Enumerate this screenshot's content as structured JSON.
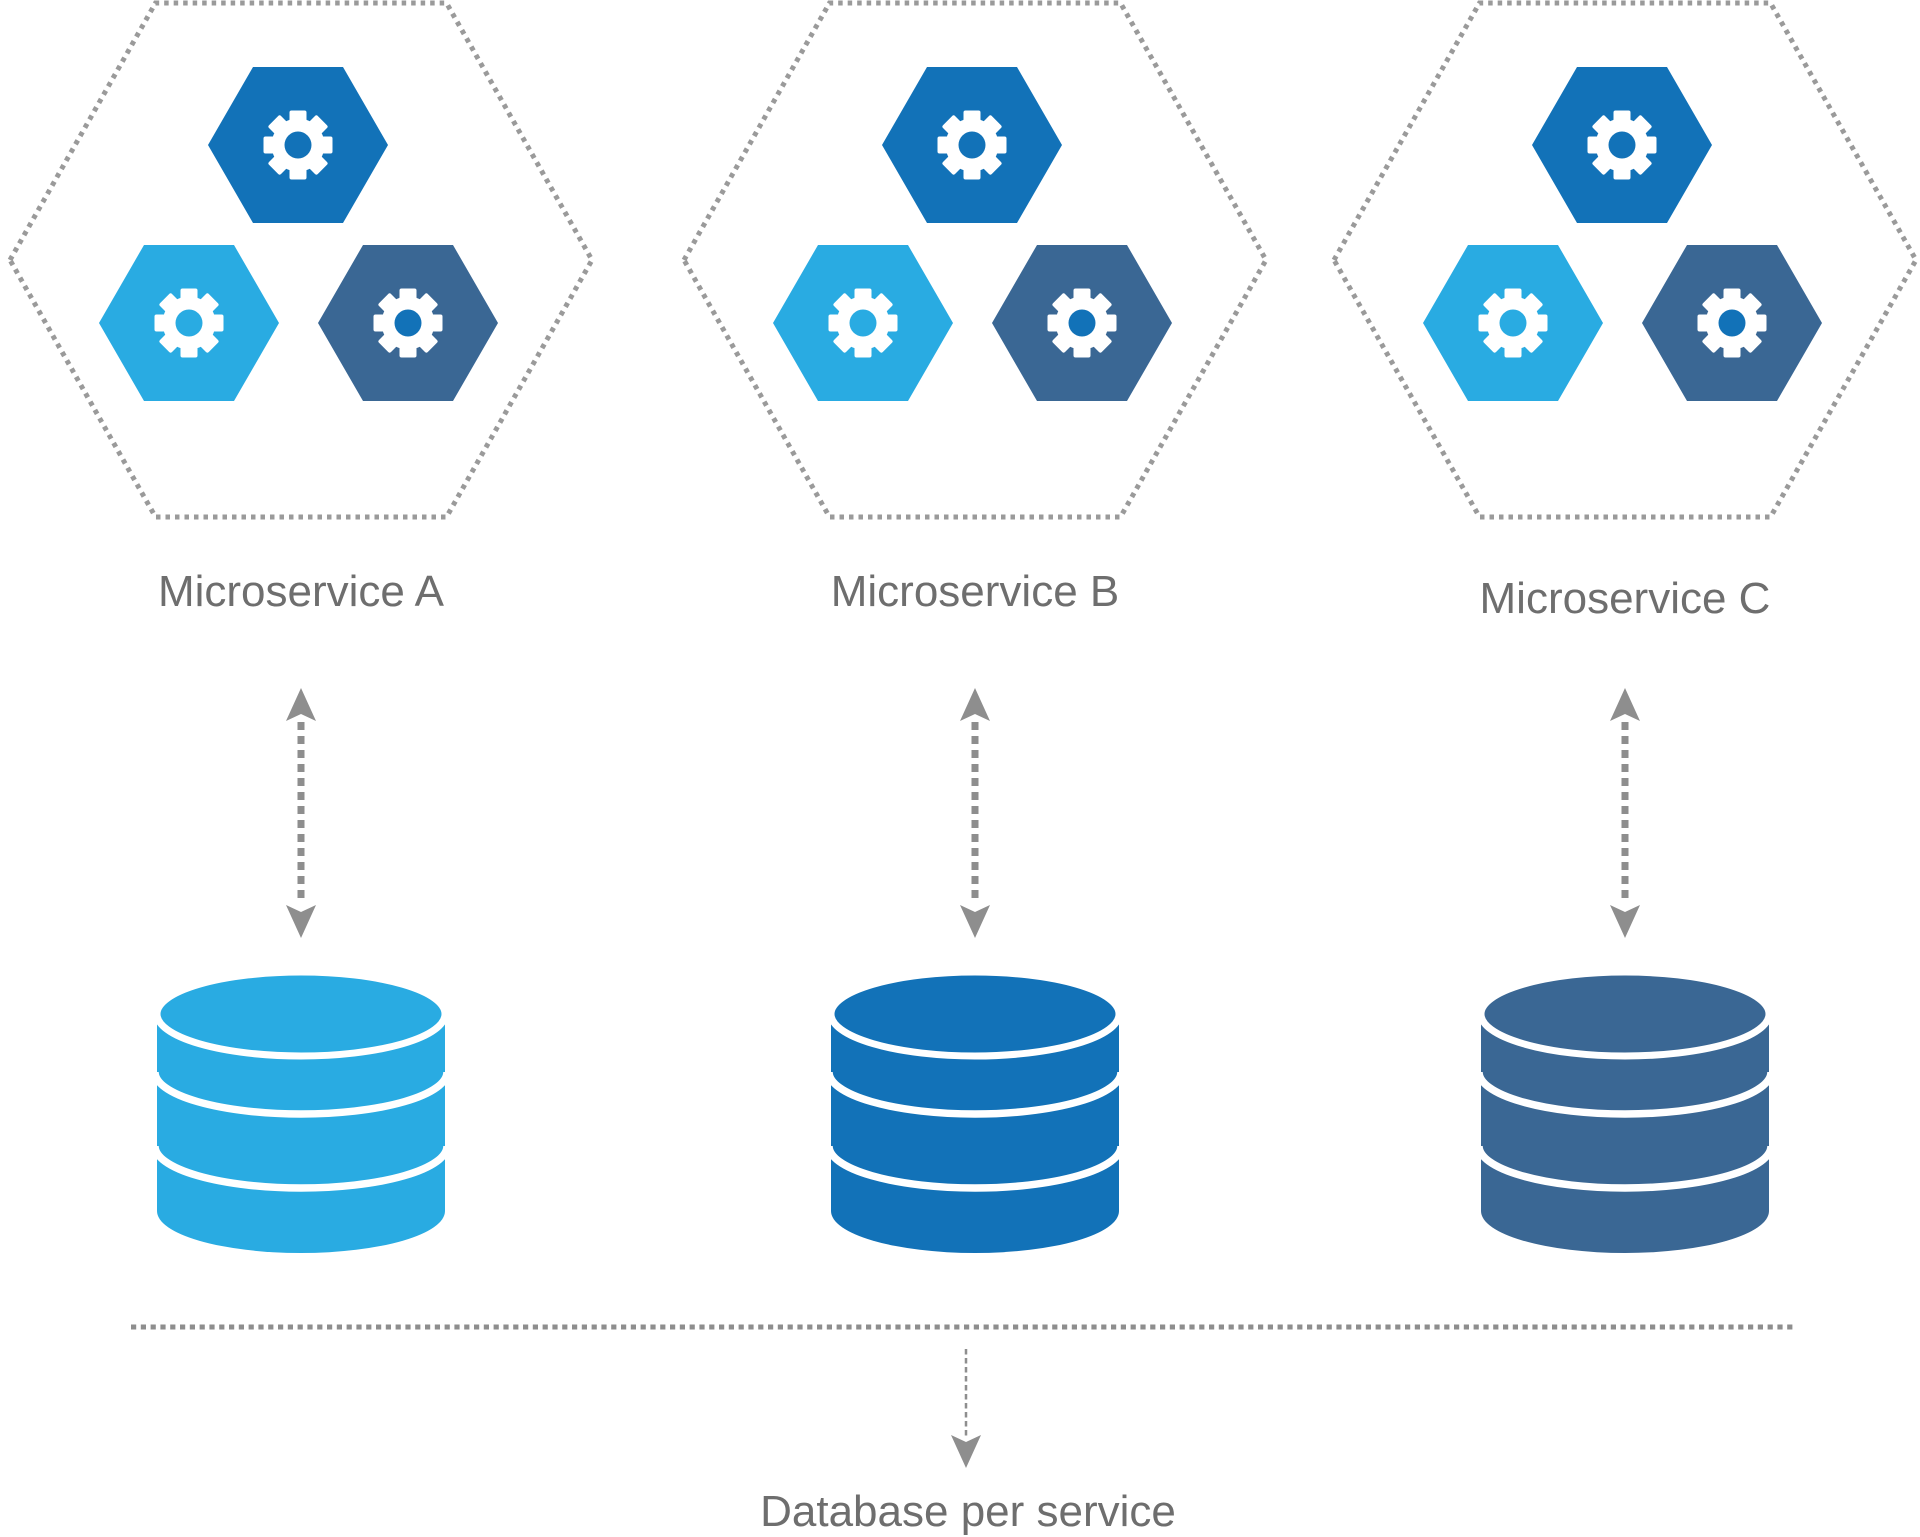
{
  "diagram": {
    "title": "Database per service",
    "microservices": [
      {
        "label": "Microservice A",
        "db_color": "#29ABE2"
      },
      {
        "label": "Microservice B",
        "db_color": "#1272B8"
      },
      {
        "label": "Microservice C",
        "db_color": "#3A6794"
      }
    ],
    "colors": {
      "service_hex_top": "#1272B8",
      "service_hex_left": "#29ABE2",
      "service_hex_right": "#3A6794",
      "gear": "#FFFFFF",
      "gear_hub_on_dark": "#1272B8",
      "hex_outline_gray": "#9A9A9A",
      "arrow_gray": "#8E8E8E",
      "label_gray": "#6E6E6E",
      "background": "#FFFFFF"
    },
    "icons": {
      "gear": "gear-icon",
      "service_boundary": "dashed-hexagon-boundary",
      "database": "database-cylinder-icon",
      "link": "double-arrow-icon",
      "callout": "down-arrow-icon"
    }
  }
}
